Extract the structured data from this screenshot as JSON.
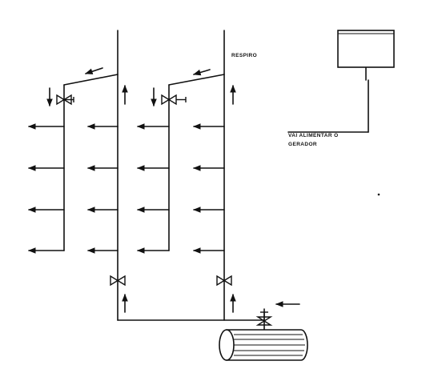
{
  "labels": {
    "respiro": "RESPIRO",
    "feed_line_1": "VAI ALIMENTAR O",
    "feed_line_2": "GERADOR"
  },
  "colors": {
    "ink": "#111111",
    "background": "#ffffff"
  },
  "icons": {
    "valve": "bowtie-valve-icon",
    "flow_arrow": "arrow-icon",
    "tank": "horizontal-cylinder-tank",
    "reservoir": "rectangular-reservoir"
  }
}
